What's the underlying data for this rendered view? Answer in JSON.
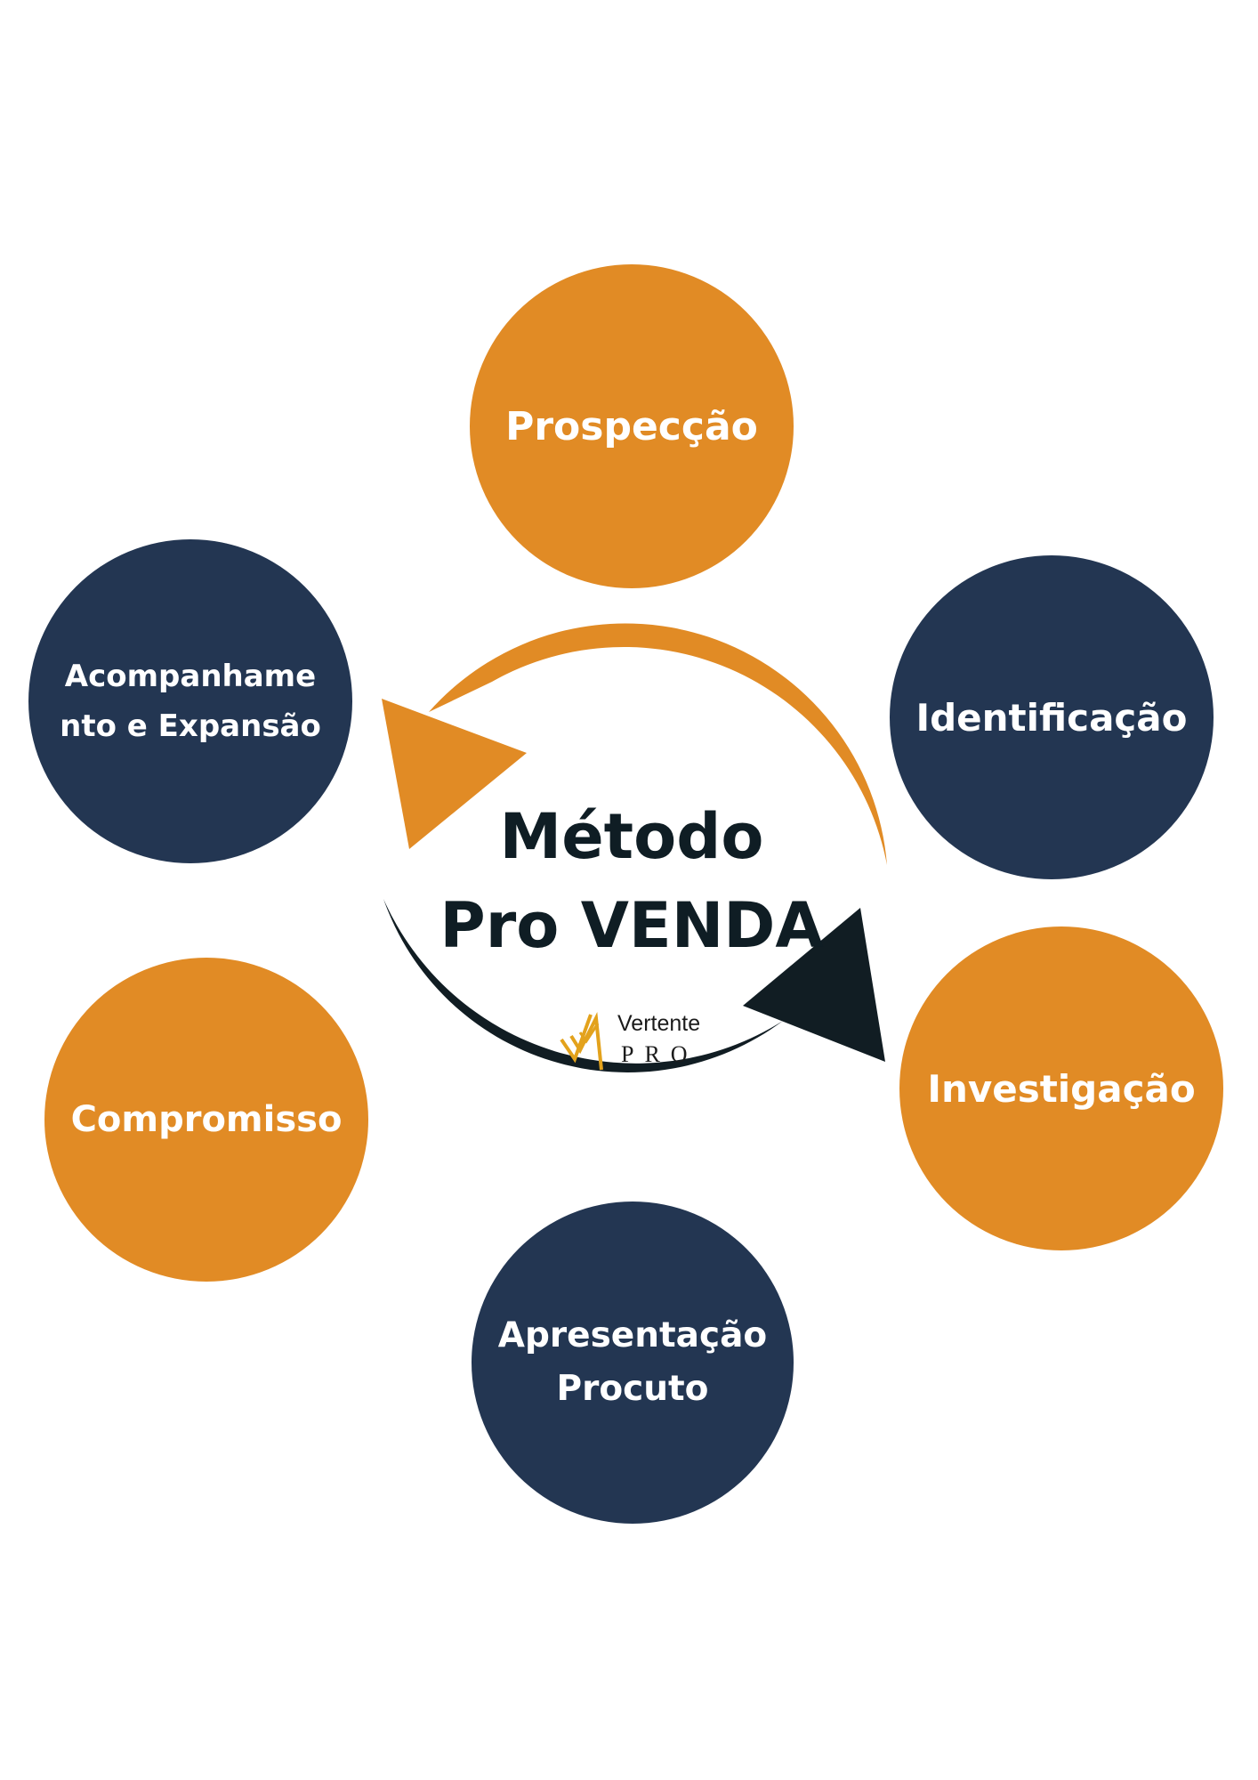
{
  "title": {
    "line1": "Método",
    "line2": "Pro VENDA"
  },
  "stages": [
    {
      "label_lines": [
        "Prospecção"
      ]
    },
    {
      "label_lines": [
        "Identificação"
      ]
    },
    {
      "label_lines": [
        "Investigação"
      ]
    },
    {
      "label_lines": [
        "Apresentação",
        "Procuto"
      ]
    },
    {
      "label_lines": [
        "Compromisso"
      ]
    },
    {
      "label_lines": [
        "Acompanhame",
        "nto e Expansão"
      ]
    }
  ],
  "logo": {
    "word": "Vertente",
    "sub": "PRO"
  },
  "colors": {
    "orange": "#e18b25",
    "navy": "#233652",
    "dark_arrow": "#111d23",
    "title_text": "#0f1d24"
  }
}
